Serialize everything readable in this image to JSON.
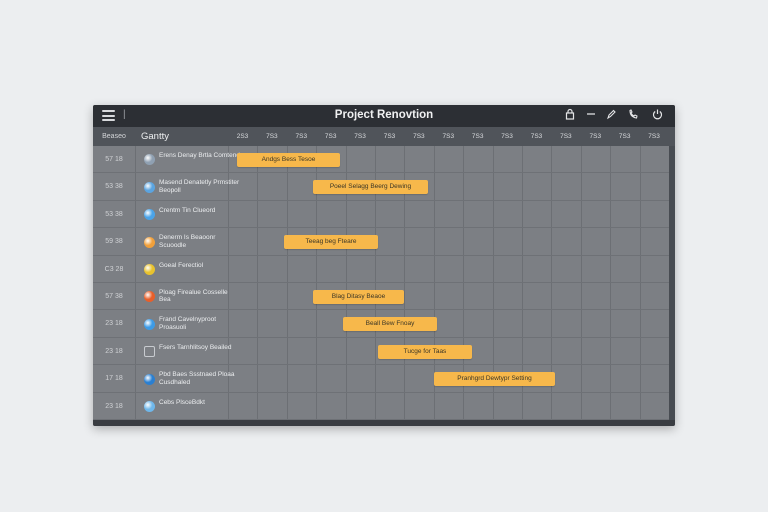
{
  "window": {
    "title": "Project Renovtion"
  },
  "header": {
    "col1": "Beaseo",
    "col2": "Gantty",
    "days": [
      "2S3",
      "7S3",
      "7S3",
      "7S3",
      "7S3",
      "7S3",
      "7S3",
      "7S3",
      "7S3",
      "7S3",
      "7S3",
      "7S3",
      "7S3",
      "7S3",
      "7S3"
    ]
  },
  "rows": [
    {
      "num": "57 18",
      "icon": "globe-icon",
      "color": "#8fa0b2",
      "label": "Erens Denay Brtla Comtend"
    },
    {
      "num": "53 38",
      "icon": "globe-icon",
      "color": "#5ba4e0",
      "label": "Masend Denatetly Prmstiter Beopoll"
    },
    {
      "num": "53 38",
      "icon": "globe-icon",
      "color": "#4aa3e8",
      "label": "Crentm Tin Clueord"
    },
    {
      "num": "59 38",
      "icon": "globe-icon",
      "color": "#f2a03a",
      "label": "Denerm Is Beaoonr Scuoodle"
    },
    {
      "num": "C3 28",
      "icon": "globe-icon",
      "color": "#e8c22d",
      "label": "Goeal Ferectiol"
    },
    {
      "num": "57 38",
      "icon": "globe-icon",
      "color": "#e85f2a",
      "label": "Ploag Firealue Cosselle Bea"
    },
    {
      "num": "23 18",
      "icon": "globe-icon",
      "color": "#3d9be6",
      "label": "Frand Cavelnyproot Proasuoli"
    },
    {
      "num": "23 18",
      "icon": "square-icon",
      "color": "#c8cbd0",
      "label": "Fsers Tarnhlitsoy Beailed"
    },
    {
      "num": "17 18",
      "icon": "globe-icon",
      "color": "#2a7fd1",
      "label": "Pbd Baes Ssstnaed Ploaa Cusdhaled"
    },
    {
      "num": "23 18",
      "icon": "globe-icon",
      "color": "#6fb7ea",
      "label": "Cebs PlsceBdkt"
    }
  ],
  "bars": [
    {
      "label": "Andgs Bess Tesoe",
      "start": 0.3,
      "span": 3.5
    },
    {
      "label": "Poeel Selagg Beerg Dewing",
      "start": 2.9,
      "span": 3.9
    },
    {
      "label": "Teeag beg Fteare",
      "start": 1.9,
      "span": 3.2
    },
    {
      "label": "Blag Ditasy Beaoe",
      "start": 2.9,
      "span": 3.1
    },
    {
      "label": "Beall Bew Fnoay",
      "start": 3.9,
      "span": 3.2
    },
    {
      "label": "Tucge for Taas",
      "start": 5.1,
      "span": 3.2
    },
    {
      "label": "Pranhgrd Dewtypr Setting",
      "start": 7.0,
      "span": 4.1
    }
  ],
  "bar_rows": [
    0,
    1,
    3,
    5,
    6,
    7,
    8
  ]
}
